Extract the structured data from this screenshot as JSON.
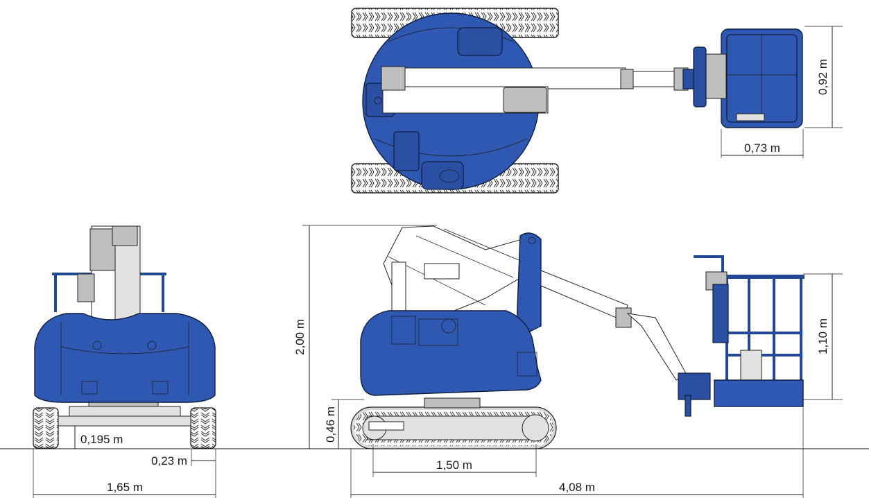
{
  "dimensions": {
    "platform_depth": "0,92 m",
    "platform_width": "0,73 m",
    "stowed_height": "2,00 m",
    "platform_height": "1,10 m",
    "track_height": "0,46 m",
    "ground_clearance": "0,195 m",
    "track_width": "0,23 m",
    "overall_width": "1,65 m",
    "wheelbase": "1,50 m",
    "overall_length": "4,08 m"
  },
  "colors": {
    "machine_blue": "#2f58b2",
    "boom_white": "#ffffff",
    "track_grey": "#d9d9d9"
  }
}
